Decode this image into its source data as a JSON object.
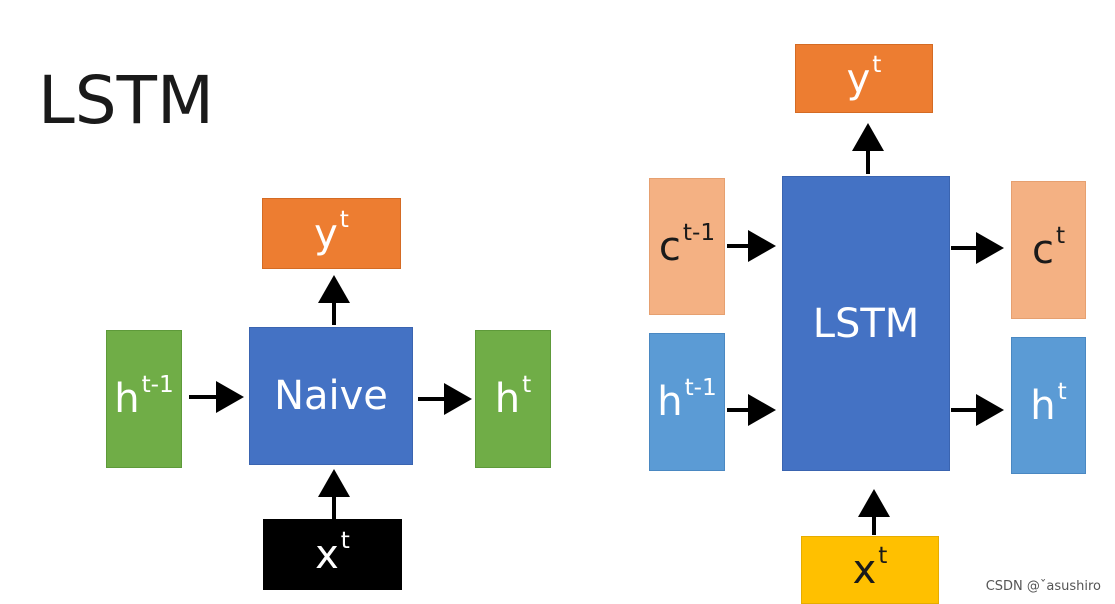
{
  "title": "LSTM",
  "naive": {
    "input_prev": {
      "base": "h",
      "sup": "t-1"
    },
    "cell": "Naive",
    "output_h": {
      "base": "h",
      "sup": "t"
    },
    "output_y": {
      "base": "y",
      "sup": "t"
    },
    "input_x": {
      "base": "x",
      "sup": "t"
    }
  },
  "lstm": {
    "c_prev": {
      "base": "c",
      "sup": "t-1"
    },
    "h_prev": {
      "base": "h",
      "sup": "t-1"
    },
    "cell": "LSTM",
    "c_out": {
      "base": "c",
      "sup": "t"
    },
    "h_out": {
      "base": "h",
      "sup": "t"
    },
    "y_out": {
      "base": "y",
      "sup": "t"
    },
    "x_in": {
      "base": "x",
      "sup": "t"
    }
  },
  "watermark": "CSDN @ˇasushiro",
  "colors": {
    "green": "#70ad47",
    "blue": "#4472c4",
    "orange": "#ed7d31",
    "black": "#000000",
    "peach": "#f4b183",
    "light_blue": "#5b9bd5",
    "yellow": "#ffc000"
  }
}
